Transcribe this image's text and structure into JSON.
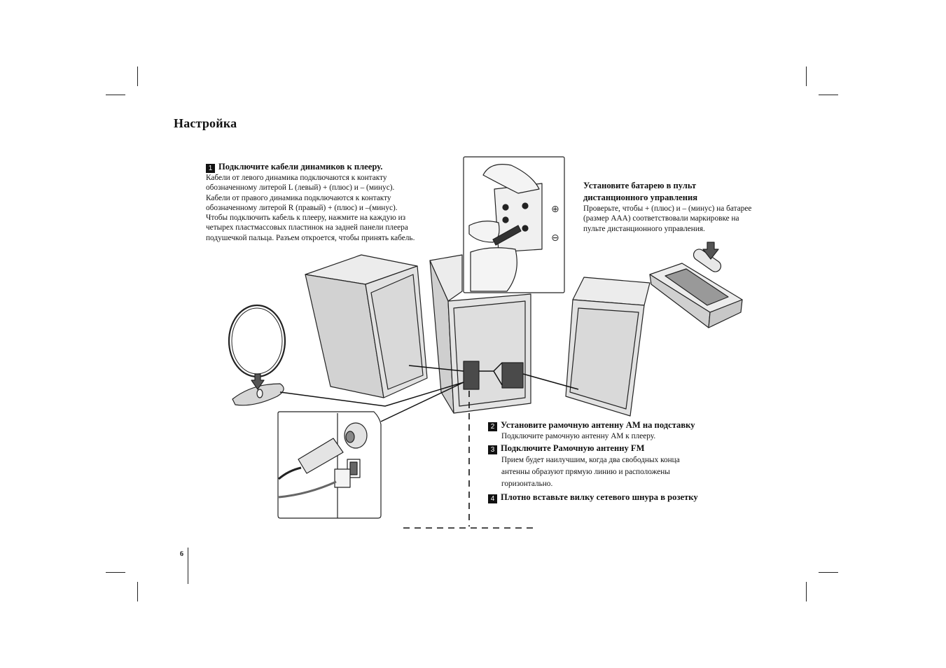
{
  "page": {
    "title": "Настройка",
    "page_number": "6"
  },
  "step1": {
    "number": "1",
    "heading": "Подключите кабели динамиков к плееру.",
    "lines": [
      "Кабели от левого динамика подключаются к контакту",
      "обозначенному литерой L (левый) + (плюс) и – (минус).",
      "Кабели от правого динамика подключаются к контакту",
      "обозначенному литерой R (правый) + (плюс) и –(минус).",
      "Чтобы подключить кабель к плееру, нажмите на каждую из",
      "четырех пластмассовых пластинок на задней панели плеера",
      "подушечкой пальца. Разъем откроется, чтобы принять кабель."
    ]
  },
  "battery": {
    "heading_lines": [
      "Установите батарею в пульт",
      "дистанционного управления"
    ],
    "lines": [
      "Проверьте, чтобы + (плюс) и – (минус) на батарее",
      "(размер ААА) соответствовали маркировке на",
      "пульте дистанционного управления."
    ]
  },
  "step2": {
    "number": "2",
    "heading": "Установите рамочную антенну АМ на подставку",
    "lines": [
      "Подключите рамочную антенну АМ к плееру."
    ]
  },
  "step3": {
    "number": "3",
    "heading": "Подключите Рамочную антенну FM",
    "lines": [
      "Прием будет наилучшим, когда два свободных конца",
      "антенны образуют прямую линию и расположены",
      "горизонтально."
    ]
  },
  "step4": {
    "number": "4",
    "heading": "Плотно вставьте вилку сетевого шнура в розетку"
  },
  "illustration": {
    "plus_symbol": "⊕",
    "minus_symbol": "⊖"
  }
}
